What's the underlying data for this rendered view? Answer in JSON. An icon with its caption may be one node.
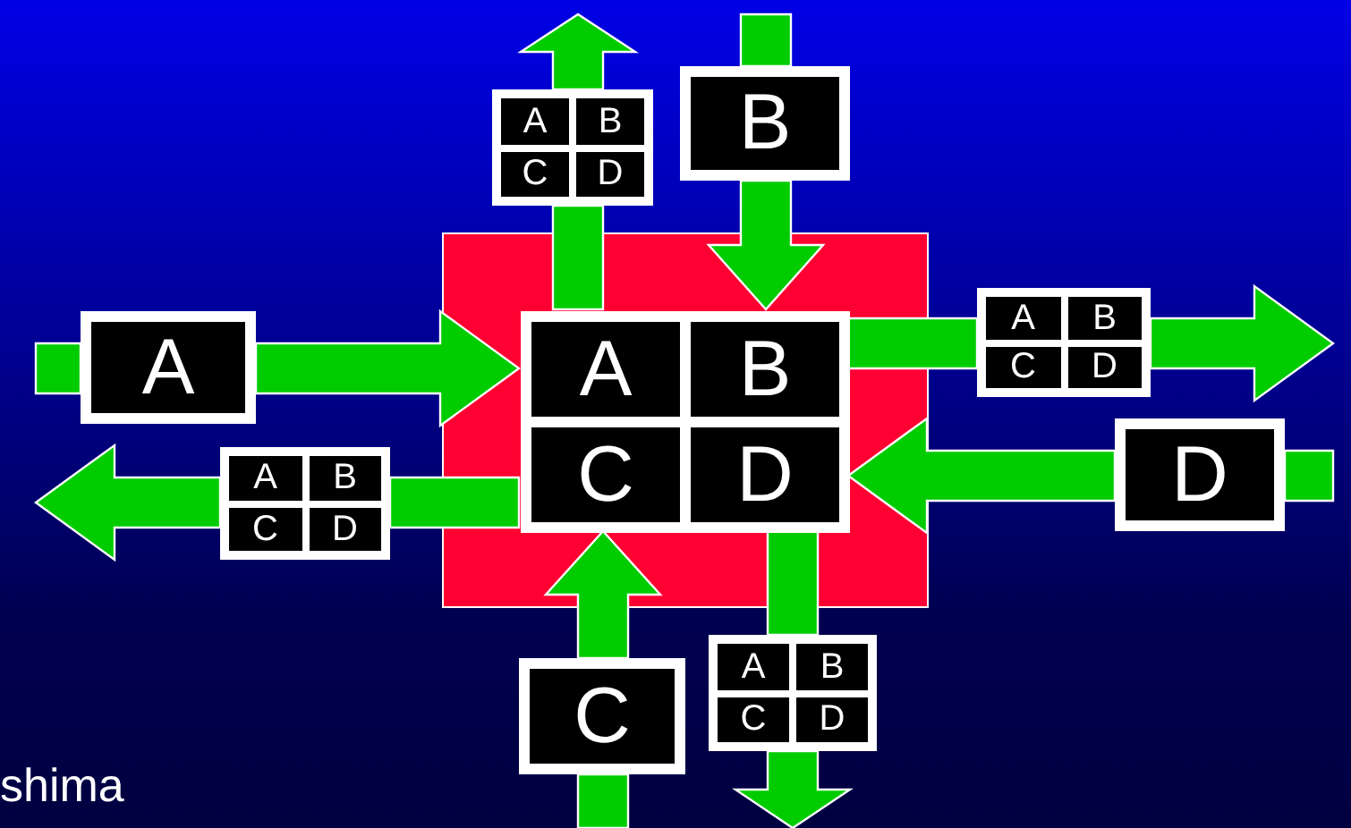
{
  "diagram": {
    "nodes": [
      {
        "text": [],
        "shape": "box"
      },
      {
        "text": [
          "A",
          "B",
          "C",
          "D"
        ],
        "in": 0
      },
      {
        "text": [
          "A",
          "B",
          "C",
          "D"
        ]
      },
      {
        "text": [
          "B"
        ]
      },
      {
        "text": [
          "A"
        ]
      },
      {
        "text": [
          "A",
          "B",
          "C",
          "D"
        ]
      },
      {
        "text": [
          "A",
          "B",
          "C",
          "D"
        ]
      },
      {
        "text": [
          "D"
        ]
      },
      {
        "text": [
          "C"
        ]
      },
      {
        "text": [
          "A",
          "B",
          "C",
          "D"
        ]
      }
    ],
    "edges": [
      {
        "from": null,
        "to": 4,
        "arrow": "none"
      },
      {
        "from": 4,
        "to": 1,
        "arrow": "to"
      },
      {
        "from": null,
        "to": 3,
        "arrow": "none"
      },
      {
        "from": 3,
        "to": 1,
        "arrow": "to"
      },
      {
        "from": null,
        "to": 8,
        "arrow": "none"
      },
      {
        "from": 8,
        "to": 1,
        "arrow": "to"
      },
      {
        "from": null,
        "to": 7,
        "arrow": "none"
      },
      {
        "from": 7,
        "to": 1,
        "arrow": "to"
      },
      {
        "from": 1,
        "to": 2,
        "arrow": "none"
      },
      {
        "from": 2,
        "to": null,
        "arrow": "to"
      },
      {
        "from": 1,
        "to": 5,
        "arrow": "none"
      },
      {
        "from": 5,
        "to": null,
        "arrow": "to"
      },
      {
        "from": 1,
        "to": 6,
        "arrow": "none"
      },
      {
        "from": 6,
        "to": null,
        "arrow": "to"
      },
      {
        "from": 1,
        "to": 9,
        "arrow": "none"
      },
      {
        "from": 9,
        "to": null,
        "arrow": "to"
      }
    ],
    "labels": [
      "shima"
    ]
  }
}
